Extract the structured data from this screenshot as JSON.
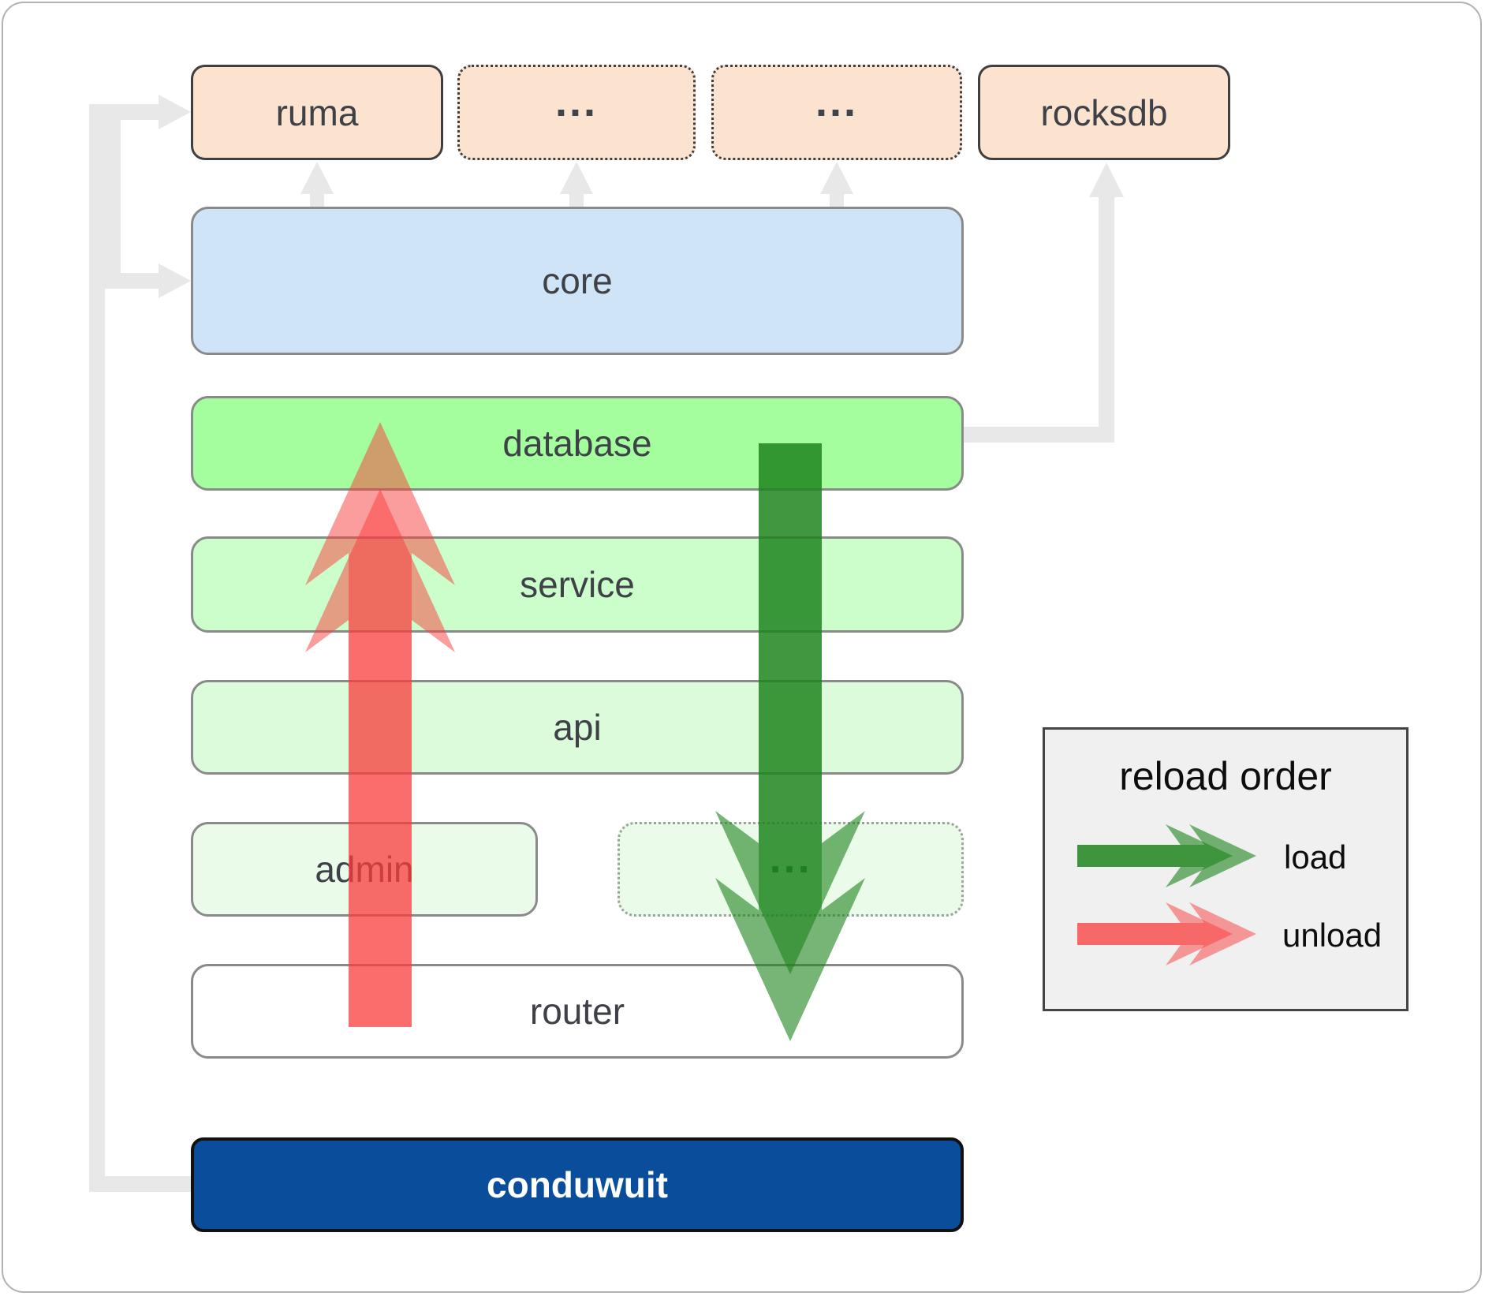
{
  "diagram": {
    "top_row": {
      "ruma": "ruma",
      "ext1": "...",
      "ext2": "...",
      "rocksdb": "rocksdb"
    },
    "layers": {
      "core": "core",
      "database": "database",
      "service": "service",
      "api": "api",
      "admin": "admin",
      "admin_ext": "...",
      "router": "router",
      "conduwuit": "conduwuit"
    }
  },
  "legend": {
    "title": "reload order",
    "load_label": "load",
    "unload_label": "unload"
  },
  "colors": {
    "peach_fill": "#fce3d0",
    "dark_border": "#3f3f3f",
    "blue_fill": "#cfe4f7",
    "database_fill": "#a5fe9d",
    "service_fill": "#ccfecb",
    "api_fill": "#dcfbda",
    "admin_fill": "#ebfbea",
    "router_fill": "#ffffff",
    "conduwuit_fill": "#0a4e9b",
    "box_border": "#8a8a8a",
    "connector_gray": "#e8e8e8",
    "load_green": "#1c841c",
    "unload_red": "#fa3c3c",
    "label_color": "#3e4248",
    "dots_green": "#236b2d",
    "legend_bg": "#f0f0f0"
  }
}
